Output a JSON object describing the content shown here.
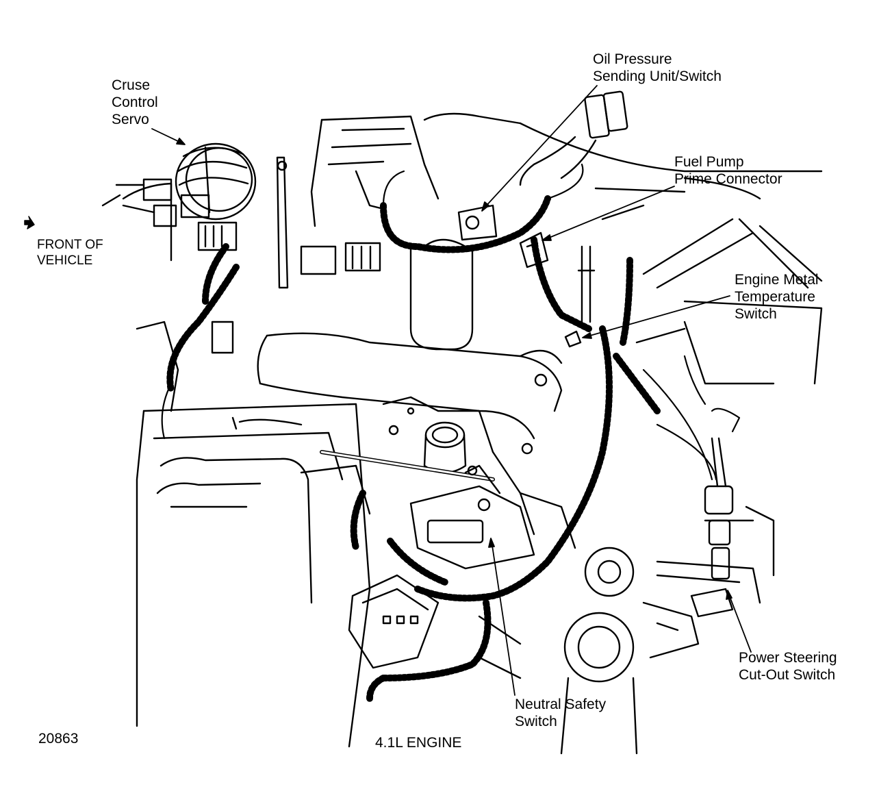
{
  "labels": {
    "cruise": [
      "Cruse",
      "Control",
      "Servo"
    ],
    "oil": [
      "Oil Pressure",
      "Sending Unit/Switch"
    ],
    "fuel": [
      "Fuel Pump",
      "Prime Connector"
    ],
    "engine_temp": [
      "Engine Metal",
      "Temperature",
      "Switch"
    ],
    "front": [
      "FRONT OF",
      "VEHICLE"
    ],
    "neutral": [
      "Neutral Safety",
      "Switch"
    ],
    "power_steering": [
      "Power Steering",
      "Cut-Out Switch"
    ]
  },
  "figure_number": "20863",
  "caption": "4.1L ENGINE"
}
